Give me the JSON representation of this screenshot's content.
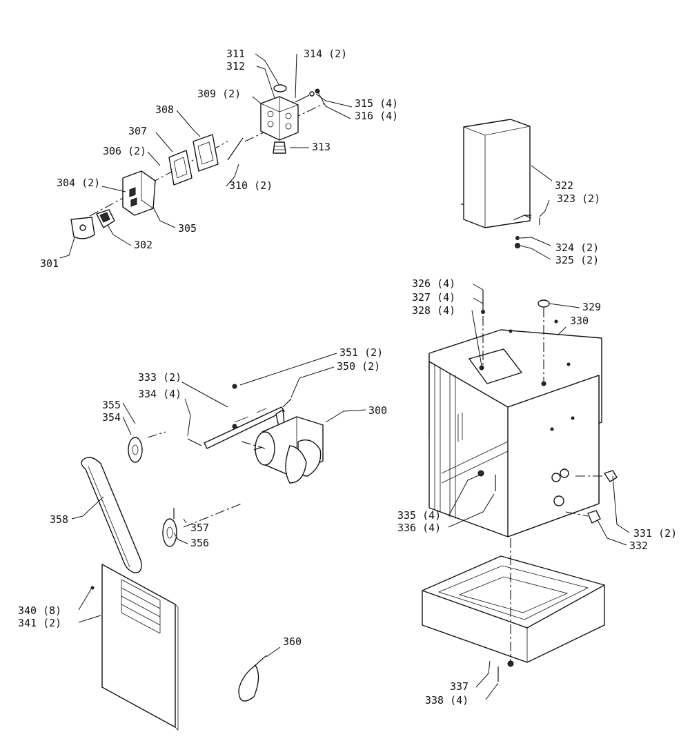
{
  "callouts": {
    "c300": "300",
    "c301": "301",
    "c302": "302",
    "c304": "304 (2)",
    "c305": "305",
    "c306": "306 (2)",
    "c307": "307",
    "c308": "308",
    "c309": "309 (2)",
    "c310": "310 (2)",
    "c311": "311",
    "c312": "312",
    "c313": "313",
    "c314": "314 (2)",
    "c315": "315 (4)",
    "c316": "316 (4)",
    "c322": "322",
    "c323": "323 (2)",
    "c324": "324 (2)",
    "c325": "325 (2)",
    "c326": "326 (4)",
    "c327": "327 (4)",
    "c328": "328 (4)",
    "c329": "329",
    "c330": "330",
    "c331": "331 (2)",
    "c332": "332",
    "c333": "333 (2)",
    "c334": "334 (4)",
    "c335": "335 (4)",
    "c336": "336 (4)",
    "c337": "337",
    "c338": "338 (4)",
    "c340": "340 (8)",
    "c341": "341 (2)",
    "c350": "350 (2)",
    "c351": "351 (2)",
    "c354": "354",
    "c355": "355",
    "c356": "356",
    "c357": "357",
    "c358": "358",
    "c360": "360"
  }
}
